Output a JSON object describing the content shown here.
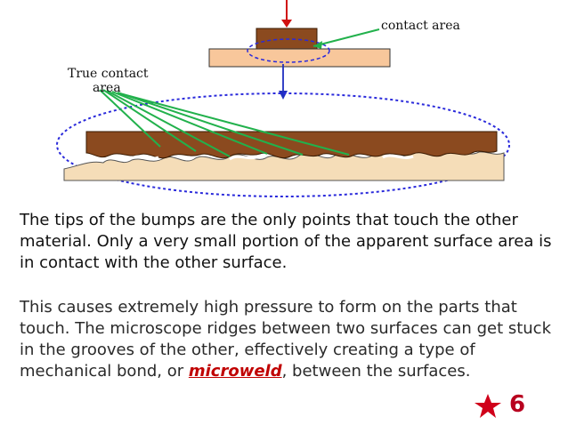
{
  "diagram": {
    "labels": {
      "contact_area": "contact area",
      "true_contact_line1": "True contact",
      "true_contact_line2": "area"
    },
    "colors": {
      "block_brown": "#8b4a1f",
      "base_tan": "#f8c79b",
      "dashed_ellipse": "#2a2adb",
      "pointer_green": "#22b14c",
      "force_arrow": "#d01010",
      "lower_rough_surface": "#f5ddb8"
    }
  },
  "body_text": {
    "paragraph_1": "The tips of the bumps are the only points that touch the other material.  Only a very small portion of the apparent surface area is in contact with the other surface.",
    "paragraph_2_before": "This causes extremely high pressure to form on the parts that touch.  The microscope ridges between two surfaces can get stuck in the grooves of the other, effectively creating a type of mechanical bond, or ",
    "paragraph_2_term": "microweld",
    "paragraph_2_after": ", between the surfaces."
  },
  "footer": {
    "slide_number": "6",
    "badge_icon": "star-icon",
    "badge_color": "#d0001a"
  }
}
